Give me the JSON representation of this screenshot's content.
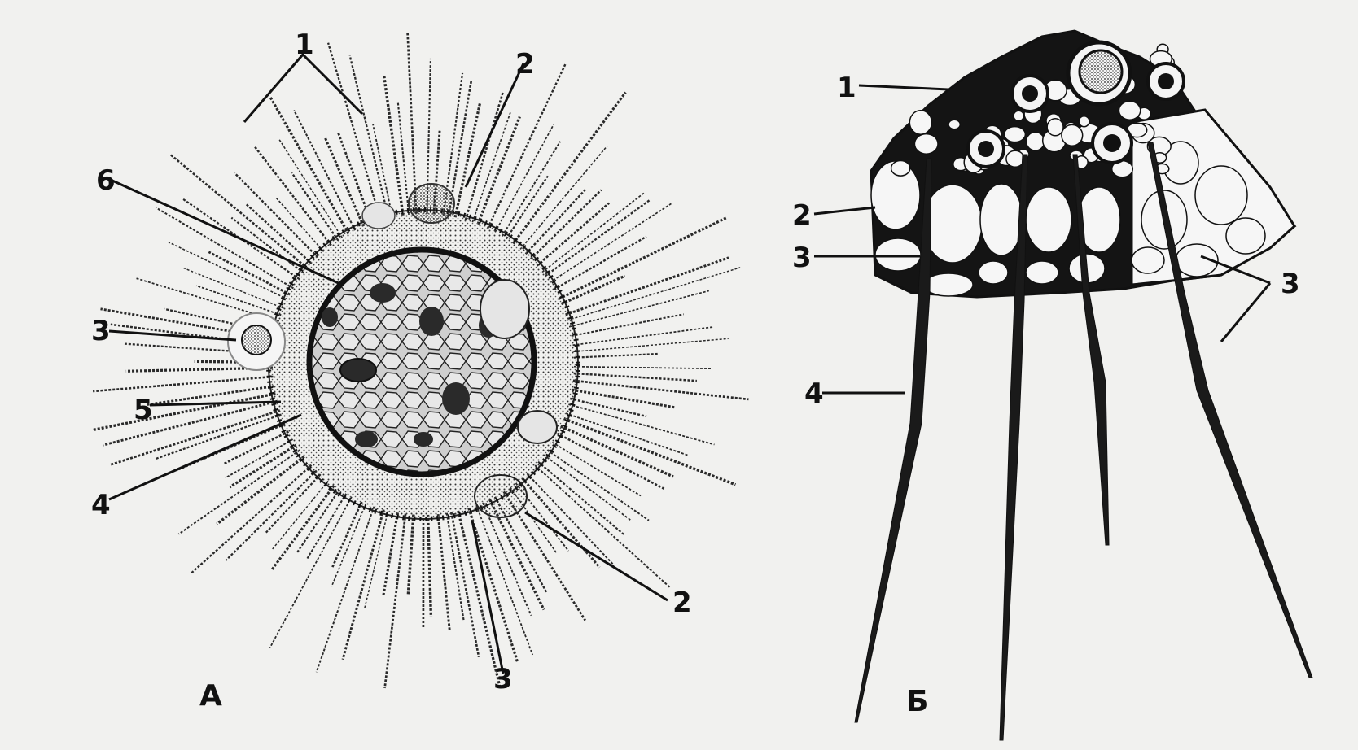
{
  "colors": {
    "paper": "#f1f1ef",
    "ink": "#111111",
    "stipple": "#3a3a3a"
  },
  "panel_a": {
    "panel_label": "А",
    "callouts": [
      "1",
      "2",
      "6",
      "3",
      "5",
      "4",
      "2",
      "3"
    ]
  },
  "panel_b": {
    "panel_label": "Б",
    "callouts": [
      "1",
      "2",
      "3",
      "3",
      "4"
    ]
  }
}
